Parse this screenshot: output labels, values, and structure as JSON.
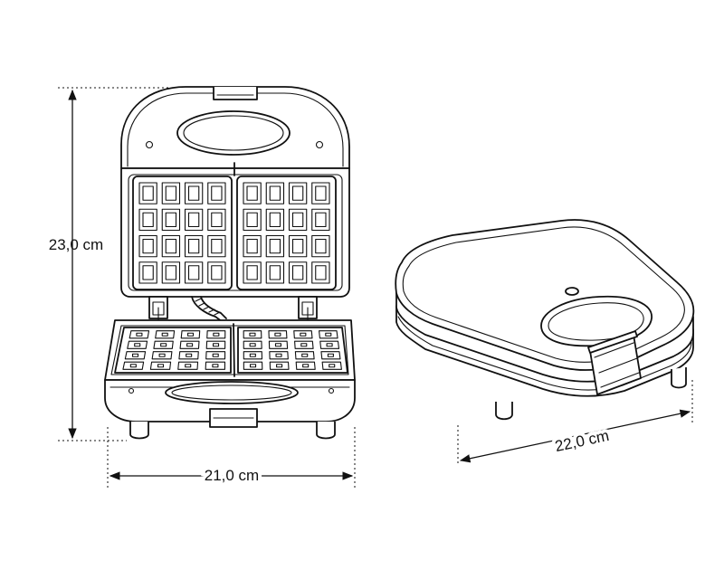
{
  "dimensions": {
    "height_label": "23,0 cm",
    "width_label": "21,0 cm",
    "depth_label": "22,0 cm"
  },
  "waffle_grid": {
    "rows": 4,
    "cols": 4
  },
  "colors": {
    "line": "#111111",
    "background": "#ffffff"
  }
}
